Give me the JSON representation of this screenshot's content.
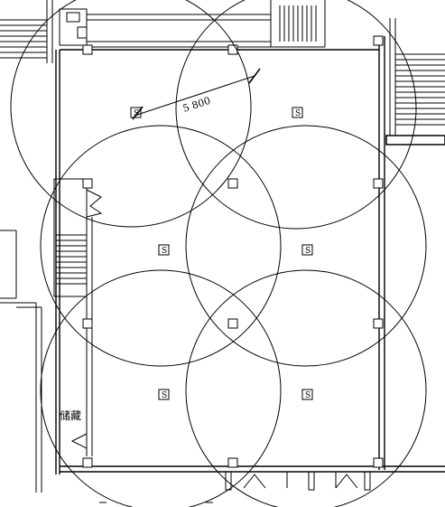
{
  "drawing": {
    "dimension_label": "5 800",
    "room_label": "储藏",
    "sensor_symbol": "S",
    "coverage_count": 6,
    "line_color": "#000000",
    "background_color": "#ffffff"
  }
}
